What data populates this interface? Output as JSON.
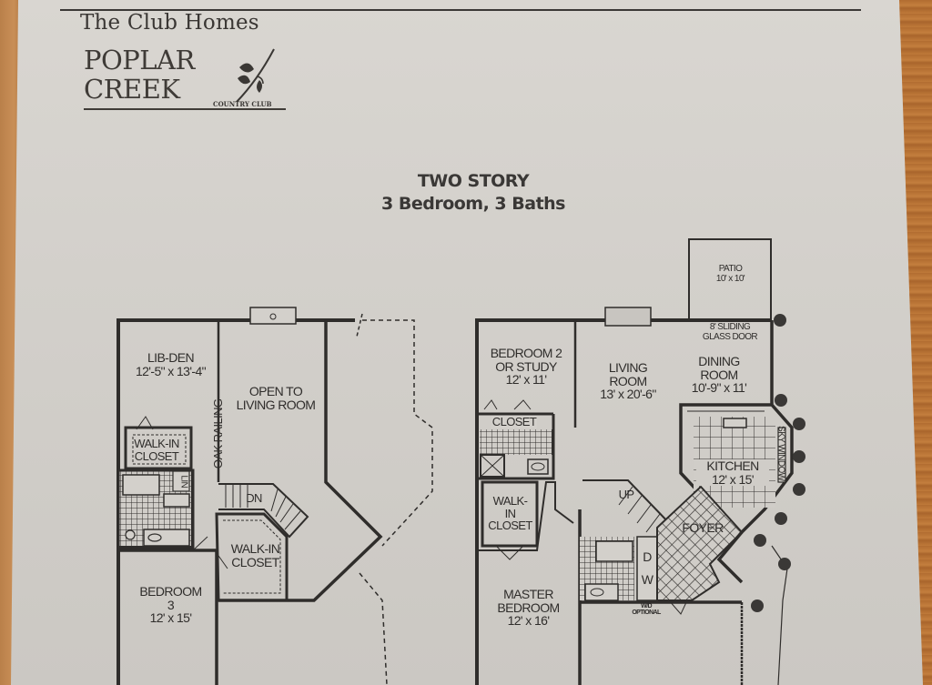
{
  "brand": {
    "tagline": "The Club Homes",
    "name_line1": "POPLAR",
    "name_line2": "CREEK",
    "subname": "COUNTRY CLUB",
    "logo_icon": "poplar-leaf-branch-icon"
  },
  "title": {
    "line1": "TWO STORY",
    "line2": "3 Bedroom, 3 Baths"
  },
  "upper_floor": {
    "rooms": [
      {
        "name": "LIB-DEN",
        "size": "12'-5\" x 13'-4\""
      },
      {
        "name": "OPEN TO LIVING ROOM"
      },
      {
        "name": "WALK-IN CLOSET",
        "line1": "WALK-IN",
        "line2": "CLOSET"
      },
      {
        "name": "WALK-IN CLOSET",
        "line1": "WALK-IN",
        "line2": "CLOSET"
      },
      {
        "name": "BEDROOM 3",
        "line1": "BEDROOM",
        "line2": "3",
        "size": "12' x 15'"
      }
    ],
    "annotations": {
      "railing": "OAK RAILING",
      "stairs": "DN",
      "linen": "LIN"
    }
  },
  "lower_floor": {
    "rooms": [
      {
        "name": "PATIO",
        "size": "10' x 10'"
      },
      {
        "name": "BEDROOM 2 OR STUDY",
        "line1": "BEDROOM 2",
        "line2": "OR STUDY",
        "size": "12' x 11'"
      },
      {
        "name": "LIVING ROOM",
        "line1": "LIVING",
        "line2": "ROOM",
        "size": "13' x 20'-6\""
      },
      {
        "name": "DINING ROOM",
        "line1": "DINING",
        "line2": "ROOM",
        "size": "10'-9\" x 11'"
      },
      {
        "name": "KITCHEN",
        "size": "12' x 15'"
      },
      {
        "name": "WALK-IN CLOSET",
        "line1": "WALK-",
        "line2": "IN",
        "line3": "CLOSET"
      },
      {
        "name": "FOYER"
      },
      {
        "name": "MASTER BEDROOM",
        "line1": "MASTER",
        "line2": "BEDROOM",
        "size": "12' x 16'"
      }
    ],
    "annotations": {
      "sliding_door_line1": "8' SLIDING",
      "sliding_door_line2": "GLASS DOOR",
      "closet": "CLOSET",
      "sky_window": "SKY WINDOW",
      "stairs": "UP",
      "dryer": "D",
      "washer": "W",
      "wd_line1": "W/D",
      "wd_line2": "OPTIONAL"
    }
  }
}
